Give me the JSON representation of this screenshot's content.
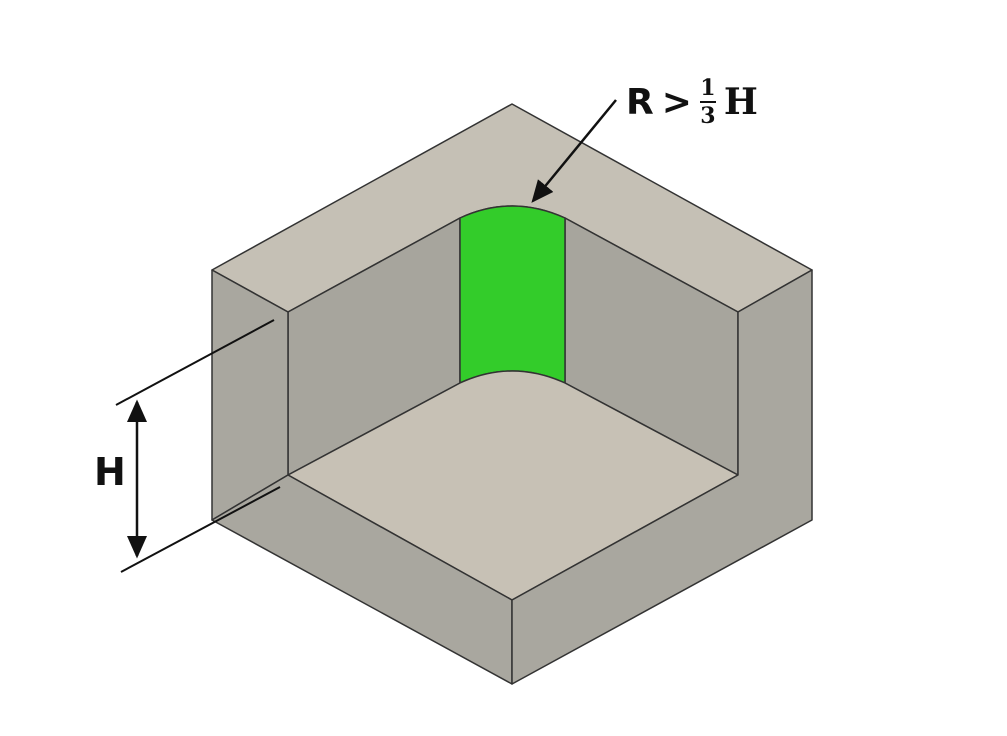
{
  "diagram": {
    "dimension_label": "H",
    "radius_label": {
      "symbol": "R",
      "operator": ">",
      "numerator": "1",
      "denominator": "3",
      "variable": "H"
    },
    "colors": {
      "top_face": "#c5c0b5",
      "inner_wall": "#a7a59d",
      "floor": "#c7c1b5",
      "outer_face": "#a9a79f",
      "fillet": "#33cc2a",
      "edge": "#333333"
    }
  }
}
